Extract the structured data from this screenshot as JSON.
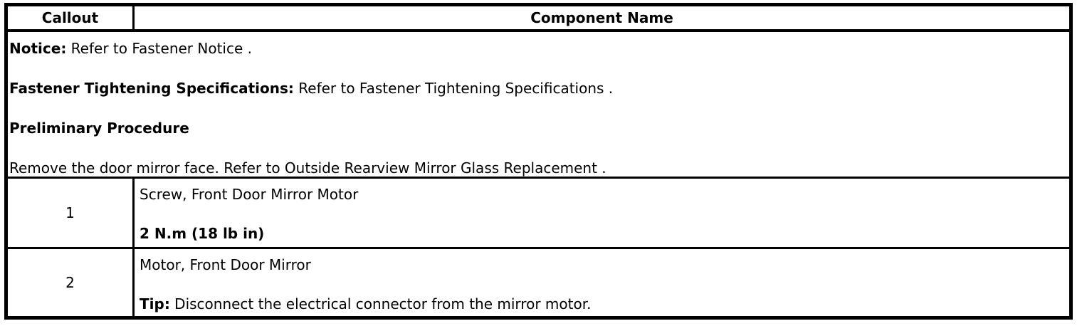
{
  "colors": {
    "border": "#000000",
    "text": "#000000",
    "background": "#ffffff"
  },
  "table": {
    "header": {
      "callout": "Callout",
      "component_name": "Component Name"
    },
    "notice_paragraphs": [
      {
        "bold": "Notice:",
        "text": " Refer to Fastener Notice ."
      },
      {
        "bold": "Fastener Tightening Specifications:",
        "text": " Refer to Fastener Tightening Specifications ."
      },
      {
        "bold": "Preliminary Procedure",
        "text": ""
      },
      {
        "bold": "",
        "text": "Remove the door mirror face. Refer to Outside Rearview Mirror Glass Replacement ."
      }
    ],
    "rows": [
      {
        "callout": "1",
        "component": "Screw, Front Door Mirror Motor",
        "note_bold": "2 N.m (18 lb in)",
        "note_text": ""
      },
      {
        "callout": "2",
        "component": "Motor, Front Door Mirror",
        "note_bold": "Tip:",
        "note_text": " Disconnect the electrical connector from the mirror motor."
      }
    ]
  }
}
